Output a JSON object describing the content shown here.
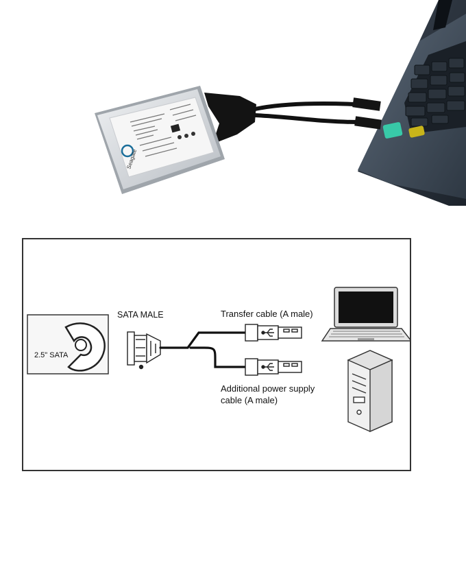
{
  "photo": {
    "drive_brand": "Seagate"
  },
  "diagram": {
    "hdd_label": "2.5\" SATA",
    "sata_label": "SATA MALE",
    "transfer_label": "Transfer cable (A male)",
    "power_label_line1": "Additional power supply",
    "power_label_line2": "cable (A male)"
  }
}
